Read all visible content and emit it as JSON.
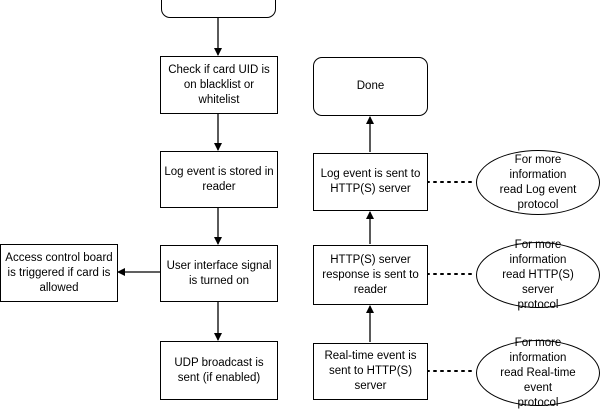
{
  "nodes": {
    "start": "",
    "check_uid": "Check if card UID is\non blacklist or\nwhitelist",
    "log_stored": "Log event is stored in\nreader",
    "ui_signal": "User interface signal\nis turned on",
    "udp_broadcast": "UDP broadcast is\nsent (if enabled)",
    "access_board": "Access control board\nis triggered if card is\nallowed",
    "done": "Done",
    "log_sent": "Log event is sent to\nHTTP(S) server",
    "http_response": "HTTP(S) server\nresponse is sent to\nreader",
    "realtime_sent": "Real-time event is\nsent to HTTP(S)\nserver",
    "info_log": "For more information\nread Log event\nprotocol",
    "info_http": "For more information\nread HTTP(S) server\nprotocol",
    "info_realtime": "For more information\nread Real-time event\nprotocol"
  },
  "colors": {
    "stroke": "#000000",
    "fill": "#ffffff"
  }
}
